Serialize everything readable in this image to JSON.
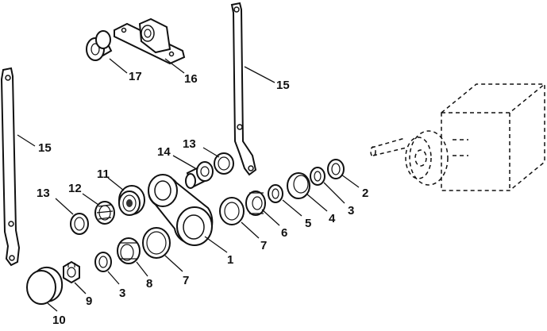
{
  "callouts": {
    "c1": "1",
    "c2": "2",
    "c3a": "3",
    "c3b": "3",
    "c4": "4",
    "c5": "5",
    "c6": "6",
    "c7a": "7",
    "c7b": "7",
    "c8": "8",
    "c9": "9",
    "c10": "10",
    "c11": "11",
    "c12": "12",
    "c13a": "13",
    "c13b": "13",
    "c14": "14",
    "c15a": "15",
    "c15b": "15",
    "c16": "16",
    "c17": "17"
  }
}
